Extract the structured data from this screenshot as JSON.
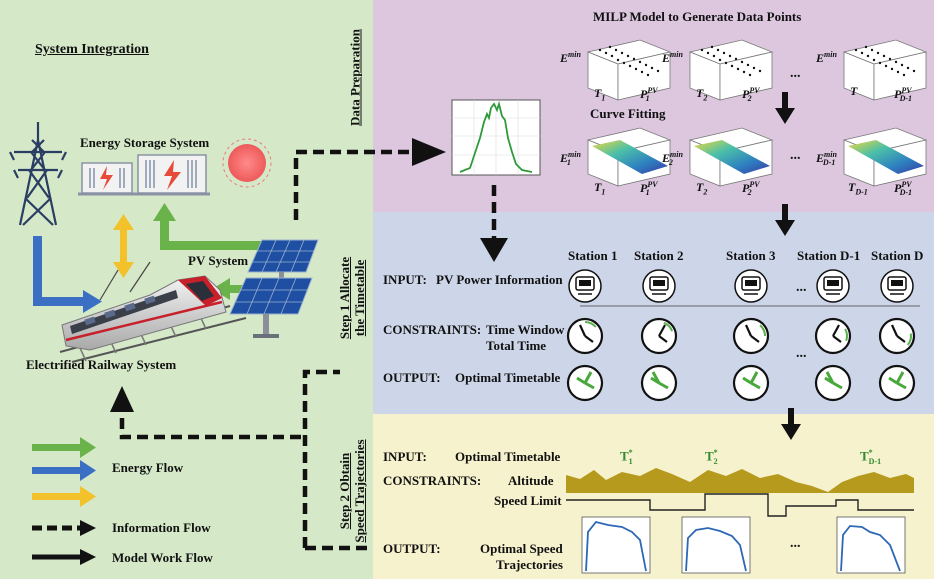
{
  "left_panel": {
    "title": "System Integration",
    "energy_storage_label": "Energy Storage System",
    "pv_label": "PV System",
    "railway_label": "Electrified Railway System",
    "legend": [
      {
        "icon": "green-arrow-icon",
        "label": ""
      },
      {
        "icon": "blue-arrow-icon",
        "label": "Energy Flow"
      },
      {
        "icon": "yellow-arrow-icon",
        "label": ""
      },
      {
        "icon": "dashed-arrow-icon",
        "label": "Information Flow"
      },
      {
        "icon": "solid-arrow-icon",
        "label": "Model Work Flow"
      }
    ]
  },
  "step_labels": {
    "data_prep": "Data Preparation",
    "step1_line1": "Step 1  Allocate",
    "step1_line2": "the Timetable",
    "step2_line1": "Step 2 Obtain",
    "step2_line2": "Speed Trajectories"
  },
  "data_prep": {
    "milp_title": "MILP Model to Generate Data Points",
    "curve_title": "Curve Fitting",
    "ellipsis": "...",
    "axis_z": "E",
    "axis_z_sup": "min",
    "plots_top": [
      {
        "t": "T",
        "t_sub": "1",
        "p_sub": "1"
      },
      {
        "t": "T",
        "t_sub": "2",
        "p_sub": "2"
      },
      {
        "t": "T",
        "t_sub": "",
        "p_sub": "D-1"
      }
    ],
    "plots_bottom": [
      {
        "e_sub": "1",
        "t_sub": "1",
        "p_sub": "1"
      },
      {
        "e_sub": "2",
        "t_sub": "2",
        "p_sub": "2"
      },
      {
        "e_sub": "D-1",
        "t_sub": "D-1",
        "p_sub": "D-1"
      }
    ],
    "p_letter": "P",
    "p_sup": "PV"
  },
  "step1": {
    "stations": [
      "Station 1",
      "Station 2",
      "Station 3",
      "Station D-1",
      "Station D"
    ],
    "input_key": "INPUT:",
    "input_val": "PV Power Information",
    "constraints_key": "CONSTRAINTS:",
    "constraints_val1": "Time Window",
    "constraints_val2": "Total Time",
    "output_key": "OUTPUT:",
    "output_val": "Optimal Timetable",
    "ellipsis": "..."
  },
  "step2": {
    "input_key": "INPUT:",
    "input_val": "Optimal Timetable",
    "timetable_marks": [
      {
        "base": "T",
        "sub": "1",
        "sup": "*"
      },
      {
        "base": "T",
        "sub": "2",
        "sup": "*"
      },
      {
        "base": "T",
        "sub": "D-1",
        "sup": "*"
      }
    ],
    "constraints_key": "CONSTRAINTS:",
    "altitude": "Altitude",
    "speed_limit": "Speed Limit",
    "output_key": "OUTPUT:",
    "output_val1": "Optimal Speed",
    "output_val2": "Trajectories",
    "ellipsis": "..."
  },
  "colors": {
    "left_bg": "#d5e8c8",
    "data_prep_bg": "#dcc7df",
    "step1_bg": "#cdd6e9",
    "step2_bg": "#f6f2cd",
    "green_arrow": "#6ab24a",
    "blue_arrow": "#3a6fc4",
    "yellow_arrow": "#f3c22a",
    "altitude": "#b59a1e",
    "speed_curve": "#2c68b5",
    "clock_green": "#49a83c"
  }
}
